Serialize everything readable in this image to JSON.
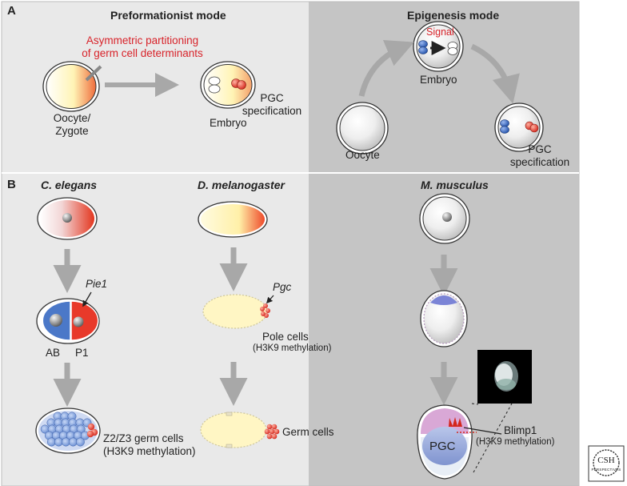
{
  "panel_a": {
    "letter": "A",
    "preformationist": {
      "title": "Preformationist mode",
      "annotation": "Asymmetric partitioning\nof germ cell determinants",
      "oocyte_label": "Oocyte/\nZygote",
      "pgc_label": "PGC\nspecification",
      "embryo_label": "Embryo"
    },
    "epigenesis": {
      "title": "Epigenesis mode",
      "signal_label": "Signal",
      "embryo_label": "Embryo",
      "oocyte_label": "Oocyte",
      "pgc_label": "PGC\nspecification"
    }
  },
  "panel_b": {
    "letter": "B",
    "c_elegans": {
      "name": "C. elegans",
      "gene": "Pie1",
      "cell_ab": "AB",
      "cell_p1": "P1",
      "germ_label": "Z2/Z3 germ cells\n(H3K9 methylation)"
    },
    "d_melanogaster": {
      "name": "D. melanogaster",
      "gene": "Pgc",
      "pole_label": "Pole cells",
      "pole_sub": "(H3K9 methylation)",
      "germ_label": "Germ cells"
    },
    "m_musculus": {
      "name": "M. musculus",
      "blimp_label": "Blimp1",
      "blimp_sub": "(H3K9 methylation)",
      "pgc_label": "PGC"
    }
  },
  "logo": {
    "text_top": "CSH",
    "text_bottom": "PERSPECTIVES"
  },
  "colors": {
    "panel_left": "#e9e9e9",
    "panel_right": "#c5c5c5",
    "germ_red": "#e0382c",
    "blue": "#3f6fc4",
    "yellow": "#fff5b0",
    "arrow": "#a8a8a8"
  }
}
